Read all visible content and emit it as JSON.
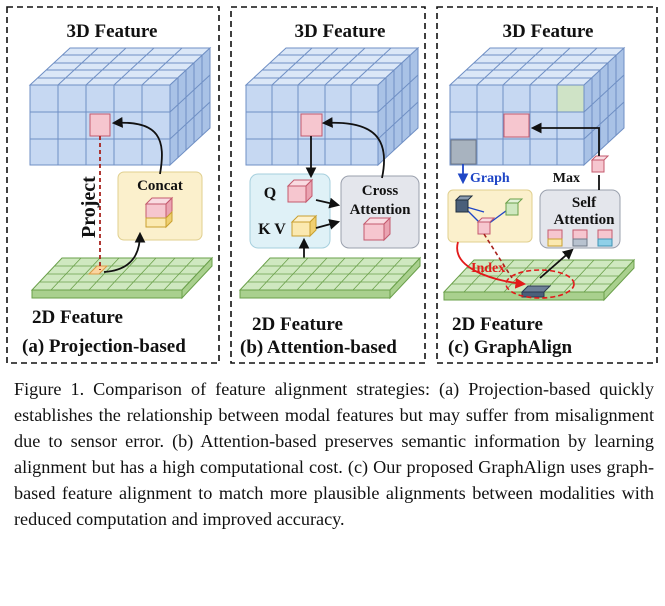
{
  "panels": [
    {
      "top_label": "3D Feature",
      "bottom_label": "2D Feature",
      "caption": "(a) Projection-based",
      "concat_label": "Concat",
      "project_label": "Project"
    },
    {
      "top_label": "3D Feature",
      "bottom_label": "2D Feature",
      "caption": "(b) Attention-based",
      "q_label": "Q",
      "kv_label": "K V",
      "cross_attention_label_1": "Cross",
      "cross_attention_label_2": "Attention"
    },
    {
      "top_label": "3D Feature",
      "bottom_label": "2D Feature",
      "caption": "(c) GraphAlign",
      "graph_label": "Graph",
      "index_label": "Index",
      "max_label": "Max",
      "self_attention_label_1": "Self",
      "self_attention_label_2": "Attention"
    }
  ],
  "caption": {
    "figure_label": "Figure 1.",
    "text": "Figure 1. Comparison of feature alignment strategies: (a) Projection-based quickly establishes the relationship between modal features but may suffer from misalignment due to sensor error. (b) Attention-based preserves semantic information by learning alignment but has a high computational cost. (c) Our proposed GraphAlign uses graph-based feature alignment to match more plausible alignments between modalities with reduced computation and improved accuracy."
  },
  "colors": {
    "cube_blue": "#c6d8f2",
    "cube_blue_side": "#a9c2e6",
    "grid_green": "#cfe8c0",
    "grid_green_side": "#a9d08e",
    "highlight_pink": "#f6c6cf",
    "highlight_yellow": "#fbe9b0",
    "highlight_gray": "#a8b3bf",
    "box_blue": "#dff1f7",
    "box_gray": "#e4e6ec",
    "graph_blue": "#1f46c6",
    "index_red": "#e21b1b",
    "project_red": "#a8231d"
  }
}
